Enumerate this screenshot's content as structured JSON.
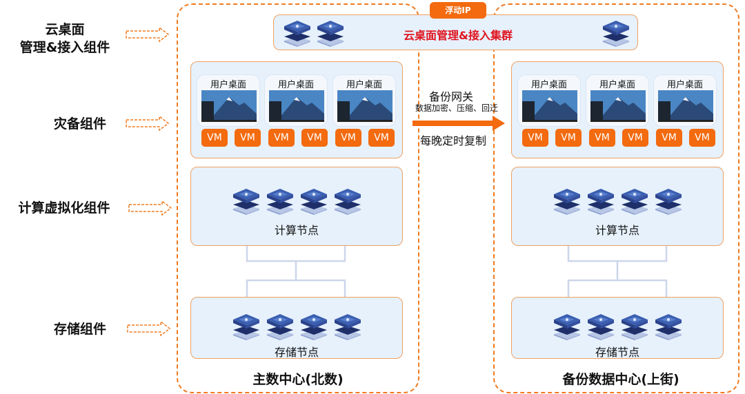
{
  "left_labels": [
    {
      "lines": [
        "云桌面",
        "管理&接入组件"
      ]
    },
    {
      "lines": [
        "灾备组件"
      ]
    },
    {
      "lines": [
        "计算虚拟化组件"
      ]
    },
    {
      "lines": [
        "存储组件"
      ]
    }
  ],
  "floating_ip": "浮动IP",
  "management_cluster": {
    "title": "云桌面管理&接入集群",
    "left_node_count": 2,
    "right_node_count": 1
  },
  "gateway": {
    "title": "备份网关",
    "subtitle": "数据加密、压缩、回迁",
    "schedule": "每晚定时复制"
  },
  "datacenters": [
    {
      "id": "primary",
      "title": "主数中心(北数)",
      "desktops": [
        {
          "title": "用户桌面",
          "vms": [
            "VM",
            "VM"
          ]
        },
        {
          "title": "用户桌面",
          "vms": [
            "VM",
            "VM"
          ]
        },
        {
          "title": "用户桌面",
          "vms": [
            "VM",
            "VM"
          ]
        }
      ],
      "compute": {
        "label": "计算节点",
        "node_count": 4
      },
      "storage": {
        "label": "存储节点",
        "node_count": 4
      }
    },
    {
      "id": "backup",
      "title": "备份数据中心(上街)",
      "desktops": [
        {
          "title": "用户桌面",
          "vms": [
            "VM",
            "VM"
          ]
        },
        {
          "title": "用户桌面",
          "vms": [
            "VM",
            "VM"
          ]
        },
        {
          "title": "用户桌面",
          "vms": [
            "VM",
            "VM"
          ]
        }
      ],
      "compute": {
        "label": "计算节点",
        "node_count": 4
      },
      "storage": {
        "label": "存储节点",
        "node_count": 4
      }
    }
  ],
  "colors": {
    "accent_orange": "#f36a0f",
    "dashed_orange": "#f07a1f",
    "cluster_title_red": "#e0141e",
    "panel_bg": "#e6f1fc",
    "node_blue": "#2f4f9a"
  }
}
